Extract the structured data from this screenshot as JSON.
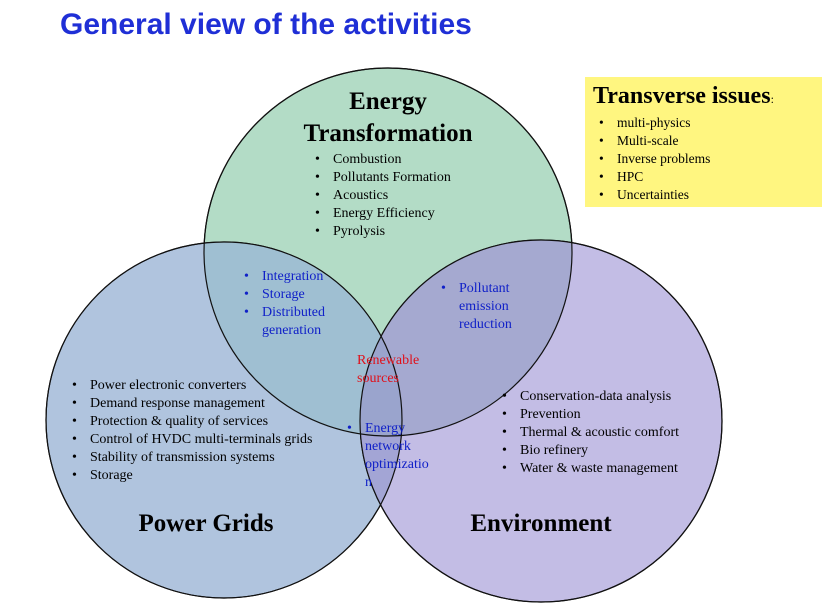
{
  "title": "General view of the activities",
  "circles": {
    "energy": {
      "title_line1": "Energy",
      "title_line2": "Transformation",
      "fill": "#b3dcc6",
      "items": [
        "Combustion",
        "Pollutants Formation",
        "Acoustics",
        "Energy Efficiency",
        "Pyrolysis"
      ]
    },
    "grids": {
      "title": "Power Grids",
      "fill": "#b0c4de",
      "items": [
        "Power electronic converters",
        "Demand response management",
        "Protection & quality of services",
        "Control of HVDC multi-terminals grids",
        "Stability of transmission systems",
        "Storage"
      ]
    },
    "environment": {
      "title": "Environment",
      "fill": "#c3bde5",
      "items": [
        "Conservation-data analysis",
        "Prevention",
        "Thermal & acoustic comfort",
        "Bio refinery",
        "Water & waste management"
      ]
    }
  },
  "overlaps": {
    "energy_grids": [
      "Integration",
      "Storage",
      "Distributed generation"
    ],
    "energy_environment": [
      "Pollutant emission reduction"
    ],
    "grids_environment": [
      "Energy network optimizatio n"
    ],
    "center": "Renewable sources"
  },
  "transverse": {
    "title": "Transverse issues",
    "colon": ":",
    "items": [
      "multi-physics",
      "Multi-scale",
      "Inverse problems",
      "HPC",
      "Uncertainties"
    ],
    "background": "#fff680"
  },
  "colors": {
    "title": "#1f2fd6",
    "overlap_text": "#1020c8",
    "center_text": "#e0101a"
  }
}
